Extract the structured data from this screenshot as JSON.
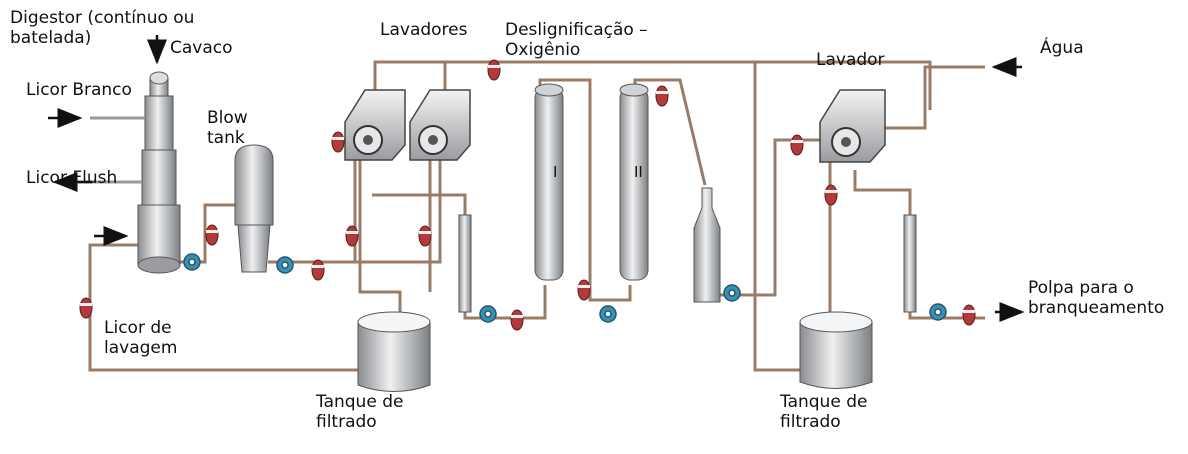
{
  "labels": {
    "digestor": "Digestor (contínuo ou\nbatelada)",
    "cavaco": "Cavaco",
    "licor_branco": "Licor Branco",
    "licor_flush": "Licor Flush",
    "blow_tank": "Blow\ntank",
    "lavadores": "Lavadores",
    "deslignificacao": "Deslignificação –\nOxigênio",
    "lavador": "Lavador",
    "agua": "Água",
    "licor_lavagem": "Licor de\nlavagem",
    "tanque_filtrado_1": "Tanque de\nfiltrado",
    "tanque_filtrado_2": "Tanque de\nfiltrado",
    "polpa": "Polpa para o\nbranqueamento",
    "reactor_1": "I",
    "reactor_2": "II"
  },
  "colors": {
    "pipe": "#b89a80",
    "pipe_dark": "#7a6050",
    "steel_dark": "#8a8c8f",
    "steel_light": "#eef0f1",
    "valve_red": "#b33a3a",
    "pump_blue": "#3c8fb3"
  }
}
